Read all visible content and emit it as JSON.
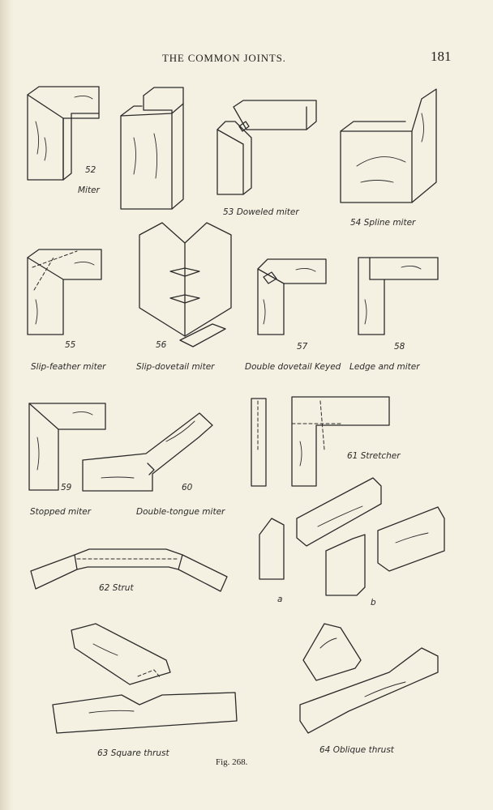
{
  "header": {
    "title": "THE COMMON JOINTS.",
    "page_number": "181"
  },
  "figure_caption": "Fig. 268.",
  "labels": {
    "n52": "52",
    "l52": "Miter",
    "l53": "53  Doweled  miter",
    "l54": "54  Spline  miter",
    "n55": "55",
    "l55": "Slip-feather miter",
    "n56": "56",
    "l56": "Slip-dovetail miter",
    "n57": "57",
    "l57": "Double dovetail Keyed",
    "n58": "58",
    "l58": "Ledge  and  miter",
    "n59": "59",
    "n60": "60",
    "l59": "Stopped  miter",
    "l60": "Double-tongue  miter",
    "l61": "61  Stretcher",
    "l62": "62  Strut",
    "la": "a",
    "lb": "b",
    "l63": "63  Square  thrust",
    "l64": "64  Oblique  thrust"
  }
}
